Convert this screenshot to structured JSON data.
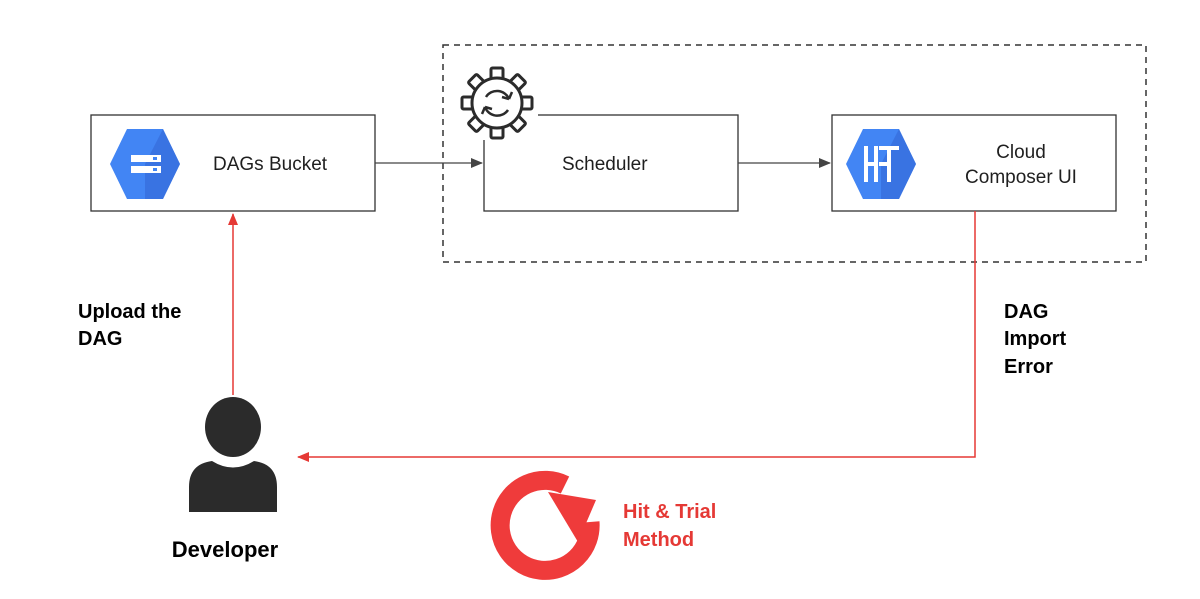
{
  "nodes": {
    "dags_bucket": {
      "label": "DAGs Bucket"
    },
    "scheduler": {
      "label": "Scheduler"
    },
    "composer_ui": {
      "label_line1": "Cloud",
      "label_line2": "Composer UI"
    },
    "developer": {
      "label": "Developer"
    }
  },
  "edges": {
    "upload": {
      "label_line1": "Upload the",
      "label_line2": "DAG"
    },
    "import_error": {
      "label_line1": "DAG",
      "label_line2": "Import",
      "label_line3": "Error"
    }
  },
  "loop": {
    "label_line1": "Hit & Trial",
    "label_line2": "Method"
  },
  "colors": {
    "gcp_blue": "#4285f4",
    "gcp_blue_dark": "#3367d6",
    "error_red": "#e53935",
    "arrow_gray": "#444444",
    "person": "#2b2b2b"
  },
  "icons": {
    "bucket": "storage-bucket-icon",
    "scheduler": "gear-sync-icon",
    "composer": "cloud-composer-icon",
    "developer": "person-icon",
    "loop": "refresh-loop-icon"
  }
}
